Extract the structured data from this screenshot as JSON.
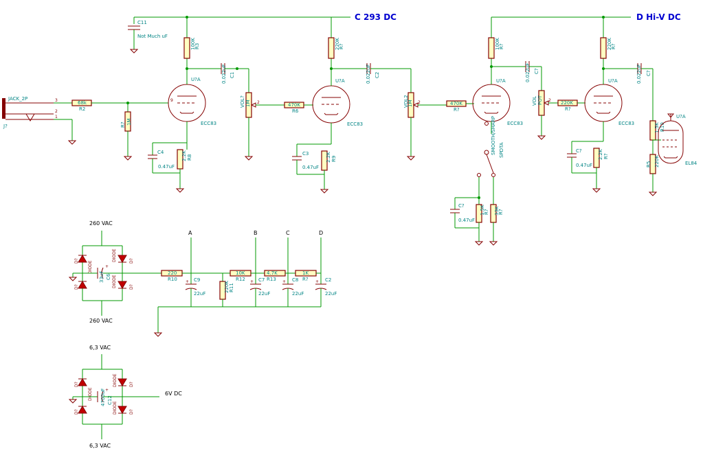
{
  "rails": {
    "c_label": "C 293 DC",
    "d_label": "D Hi-V DC"
  },
  "input": {
    "jack_name": "JACK_2P",
    "jack_ref": "J?",
    "pin3": "3",
    "pin2": "2",
    "pin1": "1"
  },
  "stage1": {
    "r_in_val": "68k",
    "r_in_ref": "R2",
    "r_grid_val": "1M",
    "r_grid_ref": "R?",
    "r_plate_val": "100K",
    "r_plate_ref": "R3",
    "r_cath_val": "2.2K",
    "r_cath_ref": "R8",
    "c_cath_ref": "C4",
    "c_cath_val": "0.47uF",
    "c_couple_ref": "C1",
    "c_couple_val": "0.022uF",
    "tube_ref": "U?A",
    "tube_val": "ECC83",
    "vol_ref": "VOL?",
    "vol_val": "1M",
    "c11_ref": "C11",
    "c11_val": "Not Much uF"
  },
  "stage2": {
    "r_in_val": "470K",
    "r_in_ref": "R6",
    "r_plate_val": "220K",
    "r_plate_ref": "R?",
    "r_cath_val": "2.2K",
    "r_cath_ref": "R9",
    "c_cath_ref": "C3",
    "c_cath_val": "0.47uF",
    "c_couple_ref": "C2",
    "c_couple_val": "0.022uF",
    "tube_ref": "U?A",
    "tube_val": "ECC83",
    "vol_ref": "VOL2",
    "vol_val": "1M"
  },
  "stage3": {
    "r_in_val": "470K",
    "r_in_ref": "R?",
    "r_plate_val": "100K",
    "r_plate_ref": "R?",
    "c_couple_ref": "C?",
    "c_couple_val": "0.022uF",
    "tube_ref": "U?A",
    "tube_val": "ECC83",
    "vol_ref": "VOL",
    "vol_val": "POT",
    "switch_ref": "SPDTA",
    "switch_name": "SMOOTH/SHARP",
    "r_sw1_val": "1.5K",
    "r_sw1_ref": "R?",
    "r_sw2_val": "33K",
    "r_sw2_ref": "R?",
    "c_sw_ref": "C?",
    "c_sw_val": "0.47uF"
  },
  "stage4": {
    "r_in_val": "220K",
    "r_in_ref": "R?",
    "r_plate_val": "220K",
    "r_plate_ref": "R?",
    "r_cath_val": "2.2K",
    "r_cath_ref": "R?",
    "c_cath_ref": "C?",
    "c_cath_val": "0.47uF",
    "c_couple_ref": "C?",
    "c_couple_val": "0.022uF",
    "tube_ref": "U?A",
    "tube_val": "ECC83"
  },
  "output": {
    "tube_ref": "U?A",
    "tube_val": "EL84",
    "r_grid_val": "1.5K",
    "r_grid_ref": "R10",
    "r_cath_val": "220K",
    "r_cath_ref": "R5"
  },
  "psu": {
    "vac_top": "260 VAC",
    "vac_bot": "260 VAC",
    "diode": "DIODE",
    "diode_ref": "D?",
    "c6_ref": "C6",
    "c6_val": "33uF",
    "r10_val": "220",
    "r10_ref": "R10",
    "c9_ref": "C9",
    "c9_val": "22uF",
    "r11_val": "220K",
    "r11_ref": "R11",
    "r12_val": "10K",
    "r12_ref": "R12",
    "c7_ref": "C7",
    "c7_val": "22uF",
    "r13_val": "4.7K",
    "r13_ref": "R13",
    "c8_ref": "C8",
    "c8_val": "22uF",
    "r14_val": "1K",
    "r14_ref": "R?",
    "c2_ref": "C2",
    "c2_val": "22uF",
    "node_a": "A",
    "node_b": "B",
    "node_c": "C",
    "node_d": "D"
  },
  "heater": {
    "vac_top": "6,3 VAC",
    "vac_bot": "6,3 VAC",
    "dc_out": "6V DC",
    "c12_ref": "C12",
    "c12_val": "4700uF"
  }
}
